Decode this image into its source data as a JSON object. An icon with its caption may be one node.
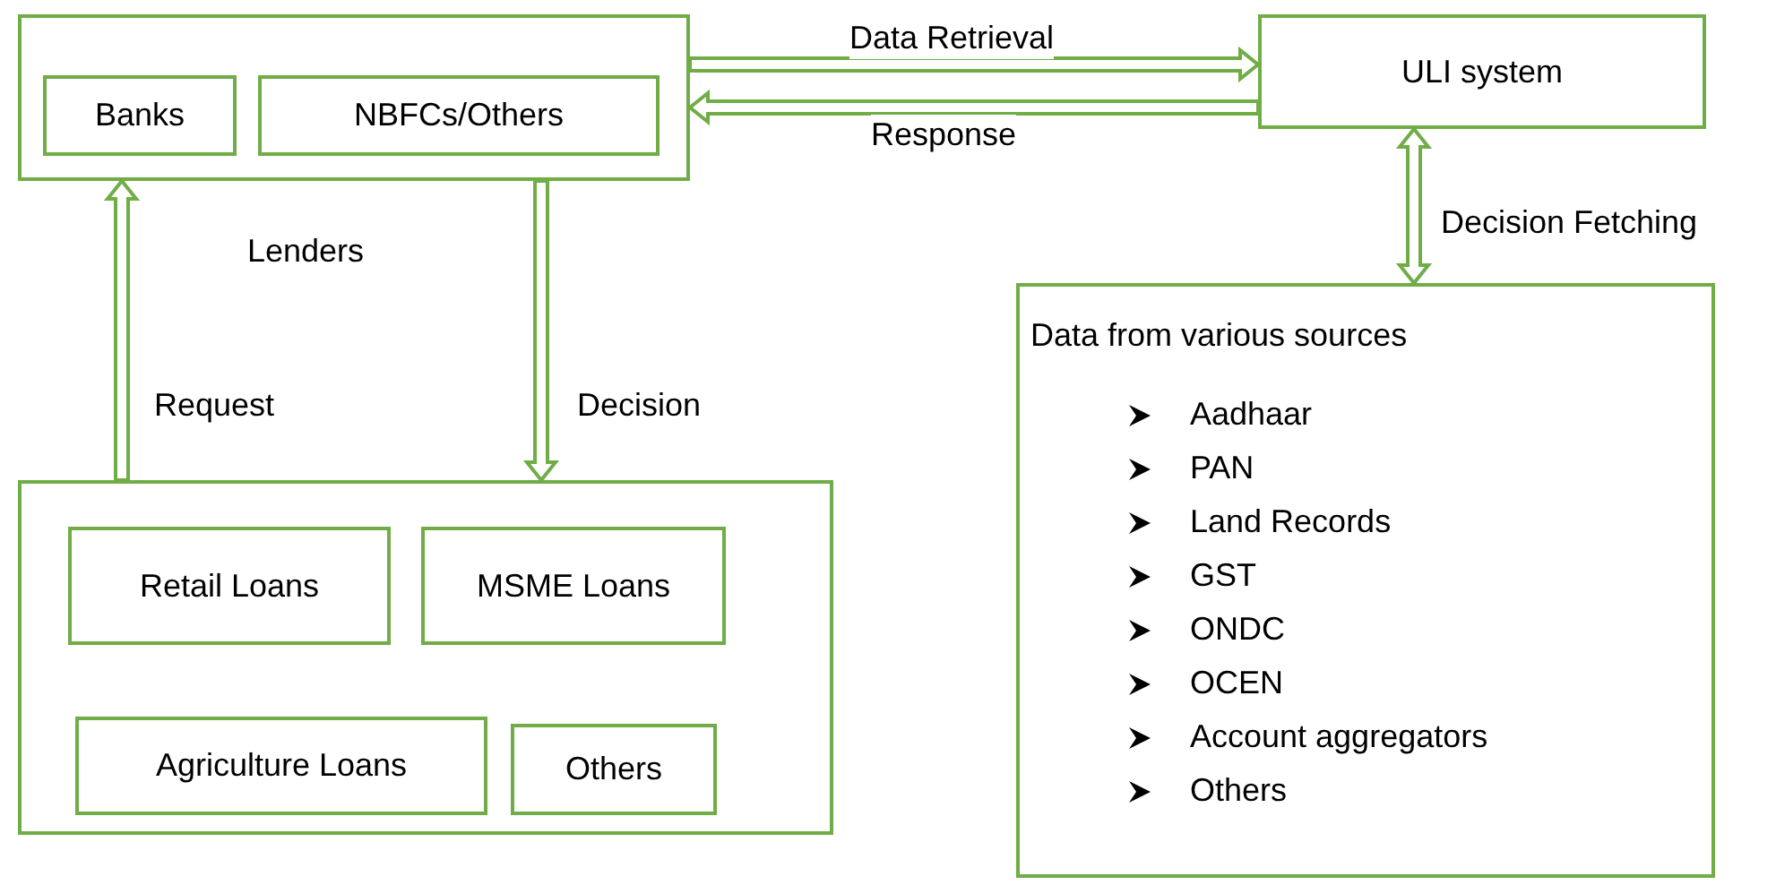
{
  "diagram": {
    "nodes": [
      {
        "text": [],
        "shape": "box",
        "beside": [
          "Lenders"
        ]
      },
      {
        "text": [
          "Banks"
        ],
        "in": 0
      },
      {
        "text": [
          "NBFCs/Others"
        ],
        "in": 0
      },
      {
        "text": [
          "ULI system"
        ]
      },
      {
        "text": [],
        "shape": "box"
      },
      {
        "text": [
          "Retail Loans"
        ],
        "in": 4
      },
      {
        "text": [
          "MSME Loans"
        ],
        "in": 4
      },
      {
        "text": [
          "Agriculture Loans"
        ],
        "in": 4
      },
      {
        "text": [
          "Others"
        ],
        "in": 4
      },
      {
        "text": [
          "Data from various sources",
          "Aadhaar",
          "PAN",
          "Land Records",
          "GST",
          "ONDC",
          "OCEN",
          "Account aggregators",
          "Others"
        ]
      }
    ],
    "edges": [
      {
        "from": 0,
        "to": 3,
        "arrow": "to",
        "label": "Data Retrieval"
      },
      {
        "from": 3,
        "to": 0,
        "arrow": "to",
        "label": "Response"
      },
      {
        "from": 3,
        "to": 9,
        "arrow": "both",
        "label": "Decision Fetching"
      },
      {
        "from": 4,
        "to": 0,
        "arrow": "to",
        "label": "Request"
      },
      {
        "from": 0,
        "to": 4,
        "arrow": "to",
        "label": "Decision"
      }
    ]
  }
}
